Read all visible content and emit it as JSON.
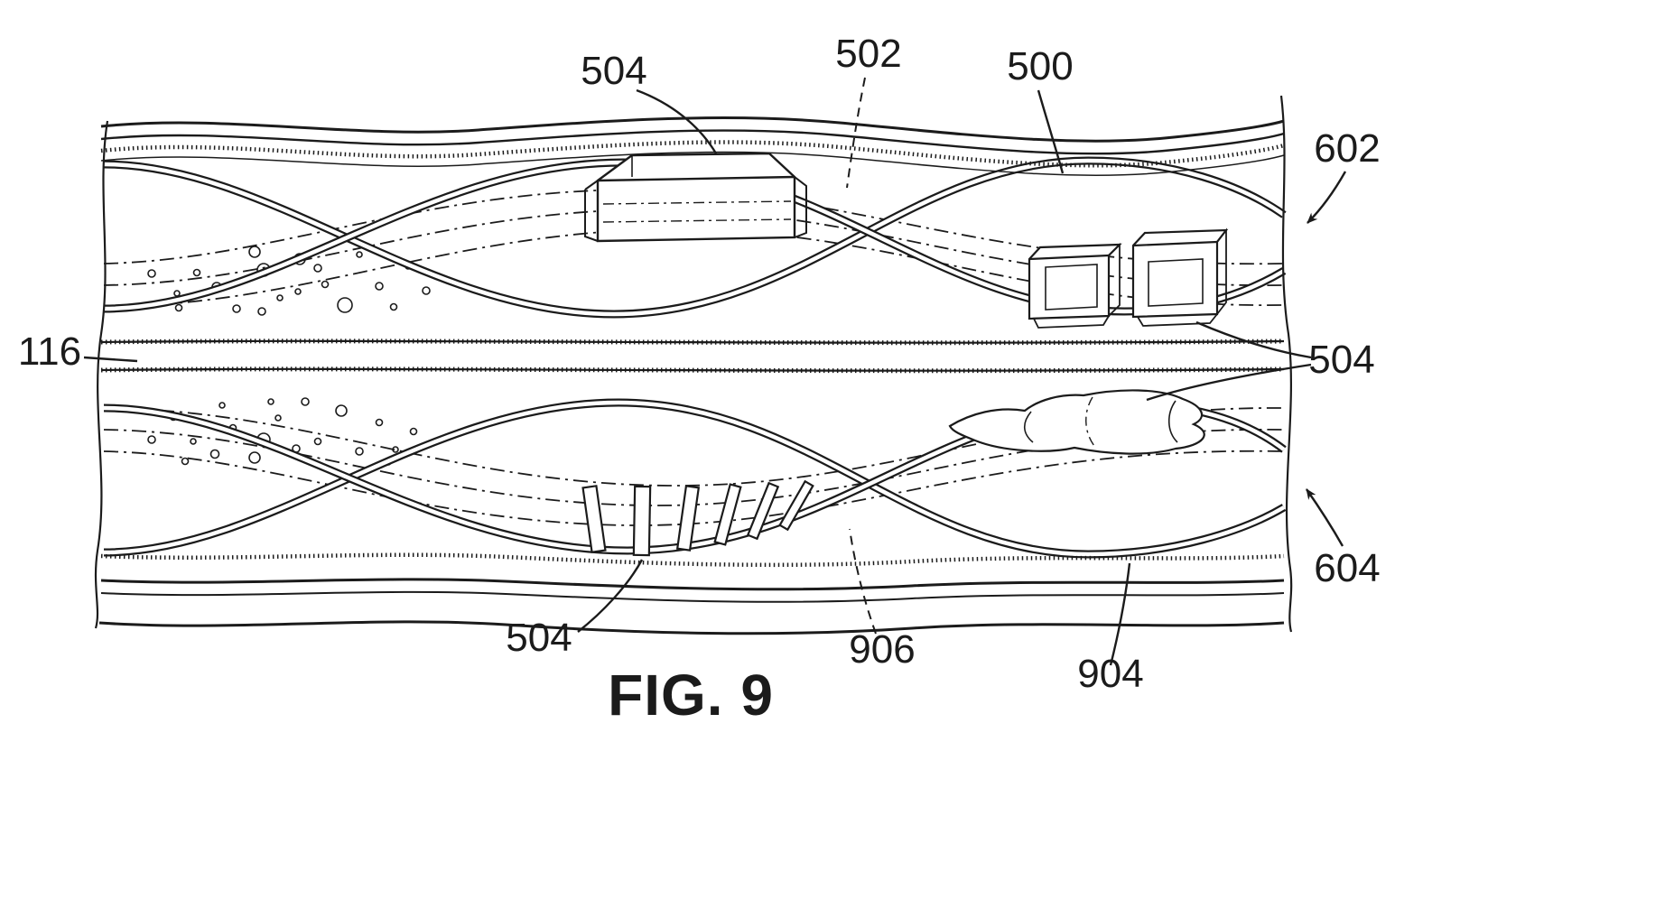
{
  "figure": {
    "caption": "FIG. 9",
    "colors": {
      "ink": "#1b1b1b",
      "background": "#ffffff"
    },
    "labels": {
      "ref_504_top": "504",
      "ref_502": "502",
      "ref_500": "500",
      "ref_602": "602",
      "ref_116": "116",
      "ref_504_right": "504",
      "ref_604": "604",
      "ref_504_bottom": "504",
      "ref_906": "906",
      "ref_904": "904"
    }
  }
}
